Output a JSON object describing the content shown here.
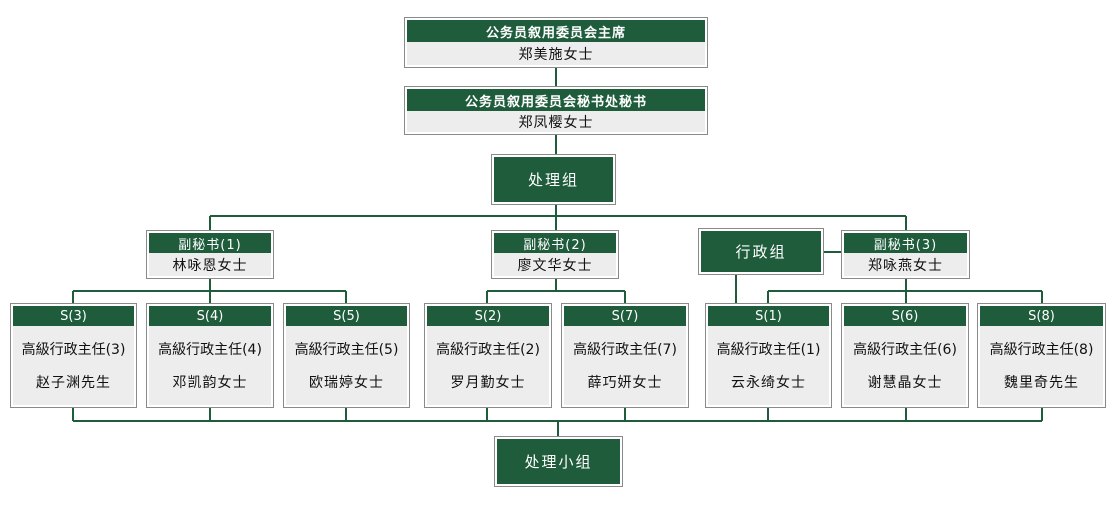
{
  "chair": {
    "title": "公务员叙用委员会主席",
    "name": "郑美施女士"
  },
  "secretary": {
    "title": "公务员叙用委员会秘书处秘书",
    "name": "郑凤樱女士"
  },
  "processing_group": {
    "label": "处理组"
  },
  "admin_group": {
    "label": "行政组"
  },
  "processing_subgroup": {
    "label": "处理小组"
  },
  "deputies": [
    {
      "title": "副秘书(1)",
      "name": "林咏恩女士"
    },
    {
      "title": "副秘书(2)",
      "name": "廖文华女士"
    },
    {
      "title": "副秘书(3)",
      "name": "郑咏燕女士"
    }
  ],
  "staff": [
    {
      "code": "S(3)",
      "role": "高級行政主任(3)",
      "name": "赵子渊先生"
    },
    {
      "code": "S(4)",
      "role": "高級行政主任(4)",
      "name": "邓凯韵女士"
    },
    {
      "code": "S(5)",
      "role": "高級行政主任(5)",
      "name": "欧瑞婷女士"
    },
    {
      "code": "S(2)",
      "role": "高級行政主任(2)",
      "name": "罗月勤女士"
    },
    {
      "code": "S(7)",
      "role": "高級行政主任(7)",
      "name": "薛巧妍女士"
    },
    {
      "code": "S(1)",
      "role": "高級行政主任(1)",
      "name": "云永绮女士"
    },
    {
      "code": "S(6)",
      "role": "高級行政主任(6)",
      "name": "谢慧晶女士"
    },
    {
      "code": "S(8)",
      "role": "高級行政主任(8)",
      "name": "魏里奇先生"
    }
  ],
  "colors": {
    "header_green": "#1e5c3c",
    "line_green": "#1e5c3c",
    "sub_gray": "#ededed"
  }
}
